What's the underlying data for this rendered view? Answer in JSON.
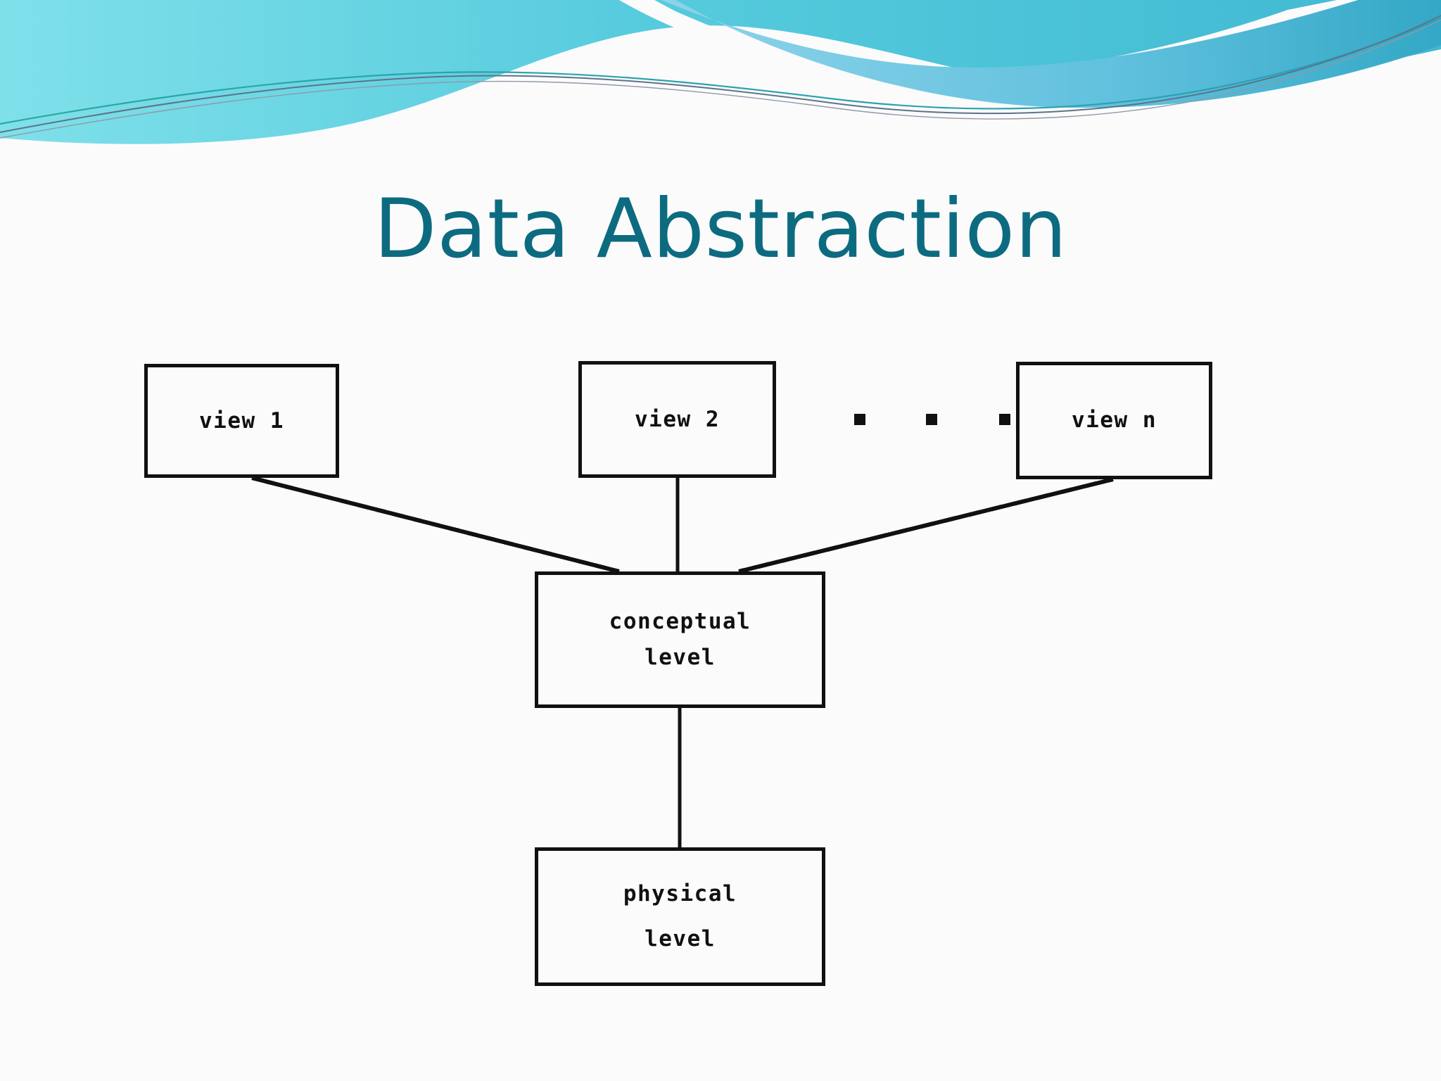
{
  "slide": {
    "title": "Data Abstraction",
    "title_color": "#0d6b80",
    "background_color": "#fbfbfc",
    "line_color": "#111111"
  },
  "header": {
    "decoration": "teal-swoosh-band",
    "colors": {
      "cyan_light": "#7fdfe8",
      "cyan_mid": "#4cc4d8",
      "blue_mid": "#6fc4e2",
      "blue_dark": "#3ba7c9",
      "teal_line": "#1f8f86",
      "steel_line": "#51697f",
      "white": "#ffffff"
    }
  },
  "diagram": {
    "type": "three-level-database-architecture",
    "nodes": [
      {
        "id": "view1",
        "label": "view 1",
        "lines": [
          "view 1"
        ]
      },
      {
        "id": "view2",
        "label": "view 2",
        "lines": [
          "view 2"
        ]
      },
      {
        "id": "viewn",
        "label": "view n",
        "lines": [
          "view n"
        ]
      },
      {
        "id": "conceptual",
        "label": "conceptual level",
        "lines": [
          "conceptual",
          "level"
        ]
      },
      {
        "id": "physical",
        "label": "physical level",
        "lines": [
          "physical",
          "level"
        ]
      }
    ],
    "ellipsis": {
      "symbol": "■",
      "count": 3
    },
    "edges": [
      {
        "from": "view1",
        "to": "conceptual"
      },
      {
        "from": "view2",
        "to": "conceptual"
      },
      {
        "from": "viewn",
        "to": "conceptual"
      },
      {
        "from": "conceptual",
        "to": "physical"
      }
    ]
  }
}
